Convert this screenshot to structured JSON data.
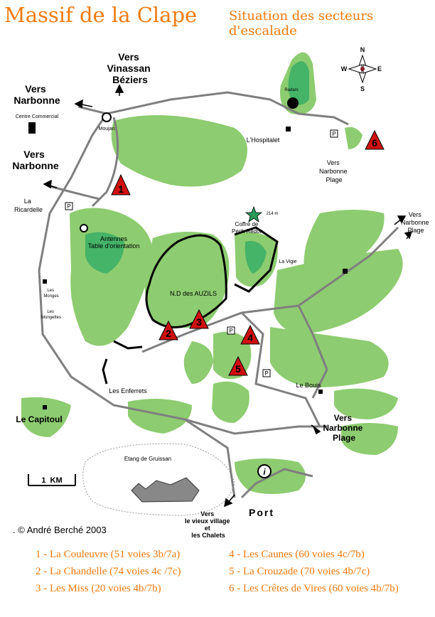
{
  "title": "Massif de la Clape",
  "subtitle": "Situation des secteurs d'escalade",
  "compass": {
    "n": "N",
    "s": "S",
    "e": "E",
    "w": "W"
  },
  "labels": {
    "vinassan": [
      "Vers",
      "Vinassan",
      "Béziers"
    ],
    "narbonne1": [
      "Vers",
      "Narbonne"
    ],
    "narbonne2": [
      "Vers",
      "Narbonne"
    ],
    "centre_commercial": "Centre Commercial",
    "moujan": "Moujan",
    "hospitalet": "L'Hospitalet",
    "narbonne_plage_ne": [
      "Vers",
      "Narbonne",
      "Plage"
    ],
    "narbonne_plage_e": [
      "Vers",
      "Narbonne",
      "Plage"
    ],
    "narbonne_plage_s": [
      "Vers",
      "Narbonne",
      "Plage"
    ],
    "ricardelle": [
      "La",
      "Ricardelle"
    ],
    "radars": "Radars",
    "coffre": [
      "Coffre de",
      "Pech Redon"
    ],
    "altitude": "214 m",
    "antennes": "Antennes",
    "table": "Table d'orientation",
    "la_vigie": "La Vigie",
    "les_monges": [
      "Les",
      "Monges"
    ],
    "les_mongettes": [
      "Les",
      "Mongettes"
    ],
    "nd_auzils": "N.D des AUZILS",
    "les_enferrets": "Les Enferrets",
    "le_bouis": "Le Bouis",
    "le_capitoul": "Le Capitoul",
    "etang": "Etang de Gruissan",
    "scale": "1  KM",
    "port": "Port",
    "vieux_village": [
      "Vers",
      "le vieux village",
      "et",
      "les Chalets"
    ],
    "info": "i",
    "parking": "P"
  },
  "sectors": [
    {
      "num": "1",
      "text": "1 - La Couleuvre (51 voies 3b/7a)"
    },
    {
      "num": "2",
      "text": "2 - La Chandelle (74 voies 4c /7c)"
    },
    {
      "num": "3",
      "text": "3 - Les Miss (20 voies 4b/7b)"
    },
    {
      "num": "4",
      "text": "4 - Les Caunes (60 voies 4c/7b)"
    },
    {
      "num": "5",
      "text": "5 - La Crouzade (70 voies 4b/7c)"
    },
    {
      "num": "6",
      "text": "6 - Les Crêtes de Vires (60 voies 4b/7b)"
    }
  ],
  "copyright": ". © André Berché 2003",
  "colors": {
    "title": "#f07a0e",
    "forest": "#8dcc70",
    "forest_dark": "#45b368",
    "marker": "#d01010",
    "road": "#7f7f7f"
  }
}
